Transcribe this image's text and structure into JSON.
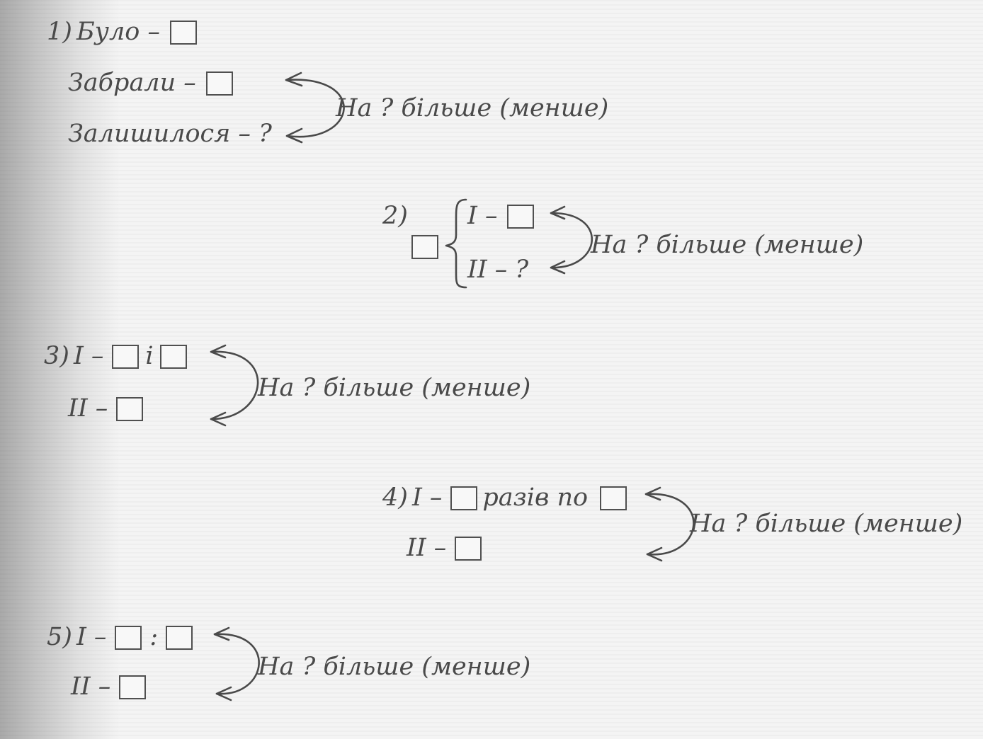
{
  "question_label": "На ? більше (менше)",
  "s1": {
    "num": "1)",
    "was": "Було –",
    "taken": "Забрали –",
    "left": "Залишилося – ?"
  },
  "s2": {
    "num": "2)",
    "first": "I –",
    "second": "II – ?"
  },
  "s3": {
    "num": "3)",
    "first": "I –",
    "and": "і",
    "second": "II –"
  },
  "s4": {
    "num": "4)",
    "first": "I –",
    "times_by": "разів по",
    "second": "II –"
  },
  "s5": {
    "num": "5)",
    "first": "I –",
    "colon": ":",
    "second": "II –"
  }
}
